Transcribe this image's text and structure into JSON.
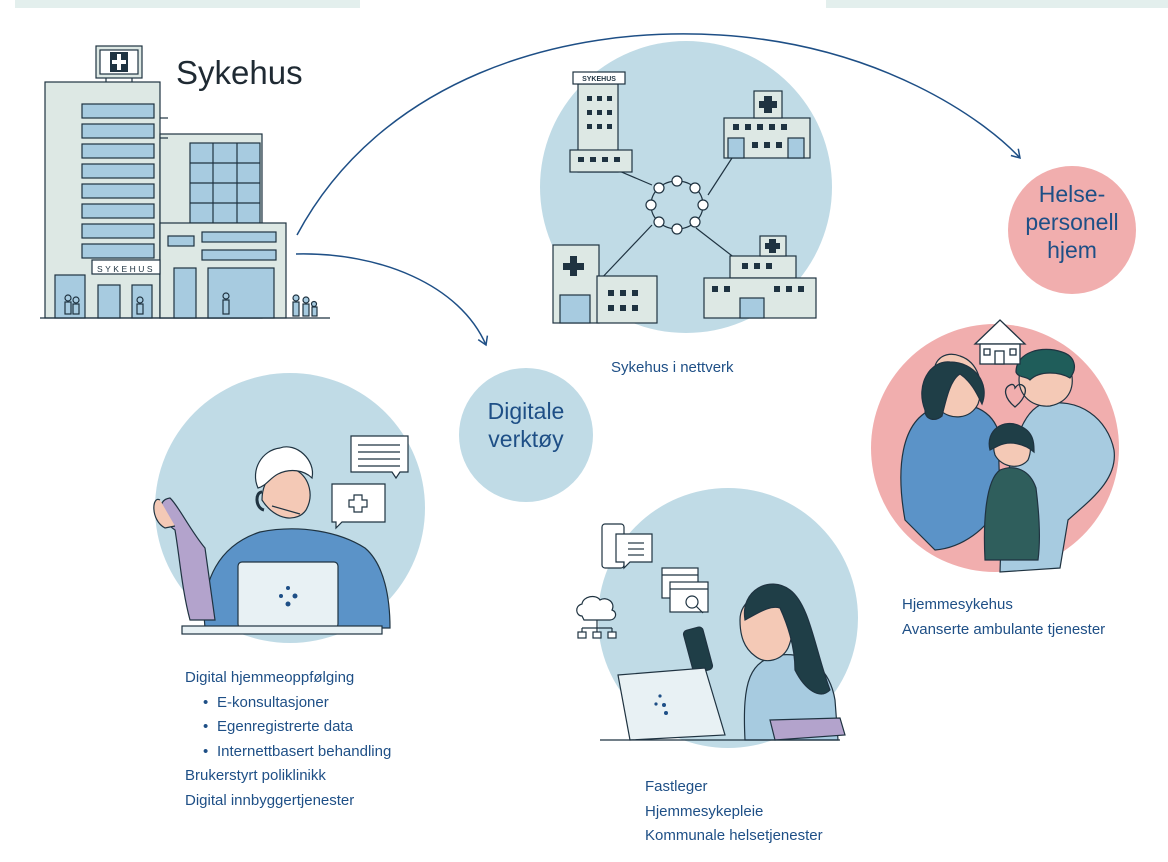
{
  "title": "Sykehus",
  "hospital_sign": "SYKEHUS",
  "mini_sign": "SYKEHUS",
  "bubbles": {
    "digital": [
      "Digitale",
      "verktøy"
    ],
    "home": [
      "Helse-",
      "personell",
      "hjem"
    ]
  },
  "captions": {
    "network": "Sykehus i nettverk",
    "digital_list": {
      "heading": "Digital hjemmeoppfølging",
      "bullets": [
        "E-konsultasjoner",
        "Egenregistrerte data",
        "Internettbasert behandling"
      ],
      "extra": [
        "Brukerstyrt poliklinikk",
        "Digital innbyggertjenester"
      ]
    },
    "municipal": [
      "Fastleger",
      "Hjemmesykepleie",
      "Kommunale helsetjenester"
    ],
    "home_care": [
      "Hjemmesykehus",
      "Avanserte ambulante tjenester"
    ]
  },
  "colors": {
    "accent_blue": "#1e4f86",
    "light_blue_circle": "#c0dbe6",
    "pink_circle": "#f1aeae",
    "line_dark": "#1f3341",
    "building_fill": "#dde8e4",
    "window_fill": "#a7cbe0",
    "top_strip": "#e3efed"
  },
  "icons": [
    "hospital-cross-icon",
    "house-icon",
    "heart-icon",
    "chat-icon",
    "medical-chat-icon",
    "cloud-network-icon",
    "phone-chat-icon",
    "browser-search-icon"
  ]
}
